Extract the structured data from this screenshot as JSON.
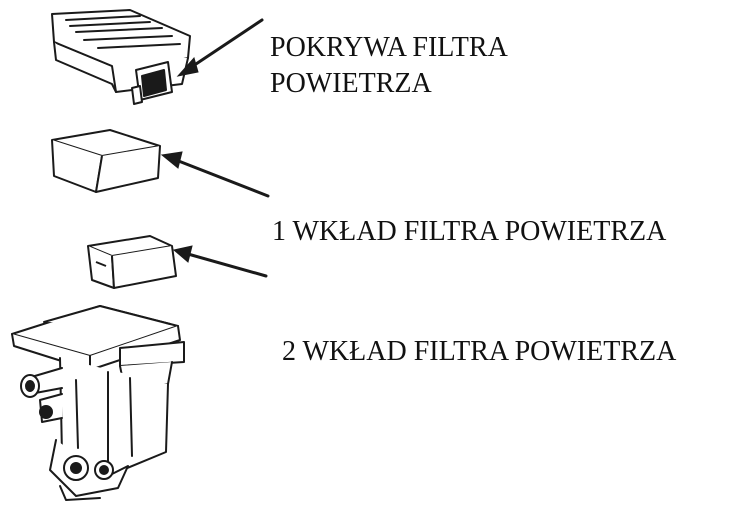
{
  "labels": {
    "cover_line1": "POKRYWA FILTRA",
    "cover_line2": "POWIETRZA",
    "filter1": "1 WKŁAD FILTRA POWIETRZA",
    "filter2": "2 WKŁAD FILTRA POWIETRZA"
  },
  "colors": {
    "line": "#1a1a1a",
    "background": "#ffffff"
  }
}
